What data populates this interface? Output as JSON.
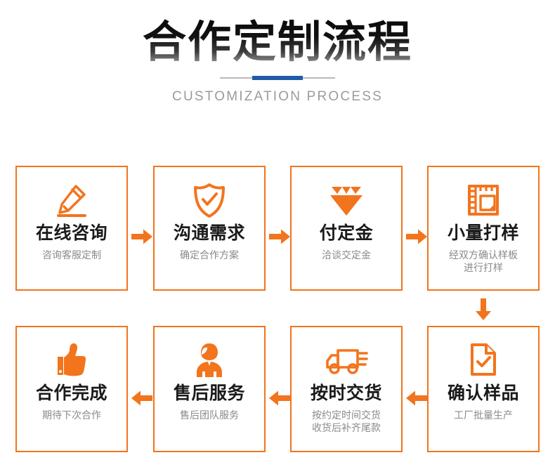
{
  "header": {
    "title": "合作定制流程",
    "subtitle": "CUSTOMIZATION PROCESS",
    "accent_color": "#205AA8",
    "divider_color": "#b9b9b9"
  },
  "theme": {
    "brand_color": "#F2741D",
    "title_color_top": "#0a0a0a",
    "title_color_bottom": "#b5b5b5",
    "desc_color": "#8a8a8a"
  },
  "flow": {
    "rows": [
      {
        "direction": "right",
        "arrow_icon": "arrow-right-icon",
        "steps": [
          {
            "icon": "pencil-edit-icon",
            "title": "在线咨询",
            "desc": "咨询客服定制"
          },
          {
            "icon": "shield-check-icon",
            "title": "沟通需求",
            "desc": "确定合作方案"
          },
          {
            "icon": "diamond-icon",
            "title": "付定金",
            "desc": "洽谈交定金"
          },
          {
            "icon": "sample-swatch-icon",
            "title": "小量打样",
            "desc": "经双方确认样板\n进行打样"
          }
        ]
      },
      {
        "direction": "left",
        "arrow_icon": "arrow-left-icon",
        "steps": [
          {
            "icon": "thumbs-up-icon",
            "title": "合作完成",
            "desc": "期待下次合作"
          },
          {
            "icon": "support-agent-icon",
            "title": "售后服务",
            "desc": "售后团队服务"
          },
          {
            "icon": "delivery-truck-icon",
            "title": "按时交货",
            "desc": "按约定时间交货\n收货后补齐尾款"
          },
          {
            "icon": "document-check-icon",
            "title": "确认样品",
            "desc": "工厂批量生产"
          }
        ]
      }
    ],
    "connector_down": {
      "icon": "arrow-down-icon"
    }
  }
}
